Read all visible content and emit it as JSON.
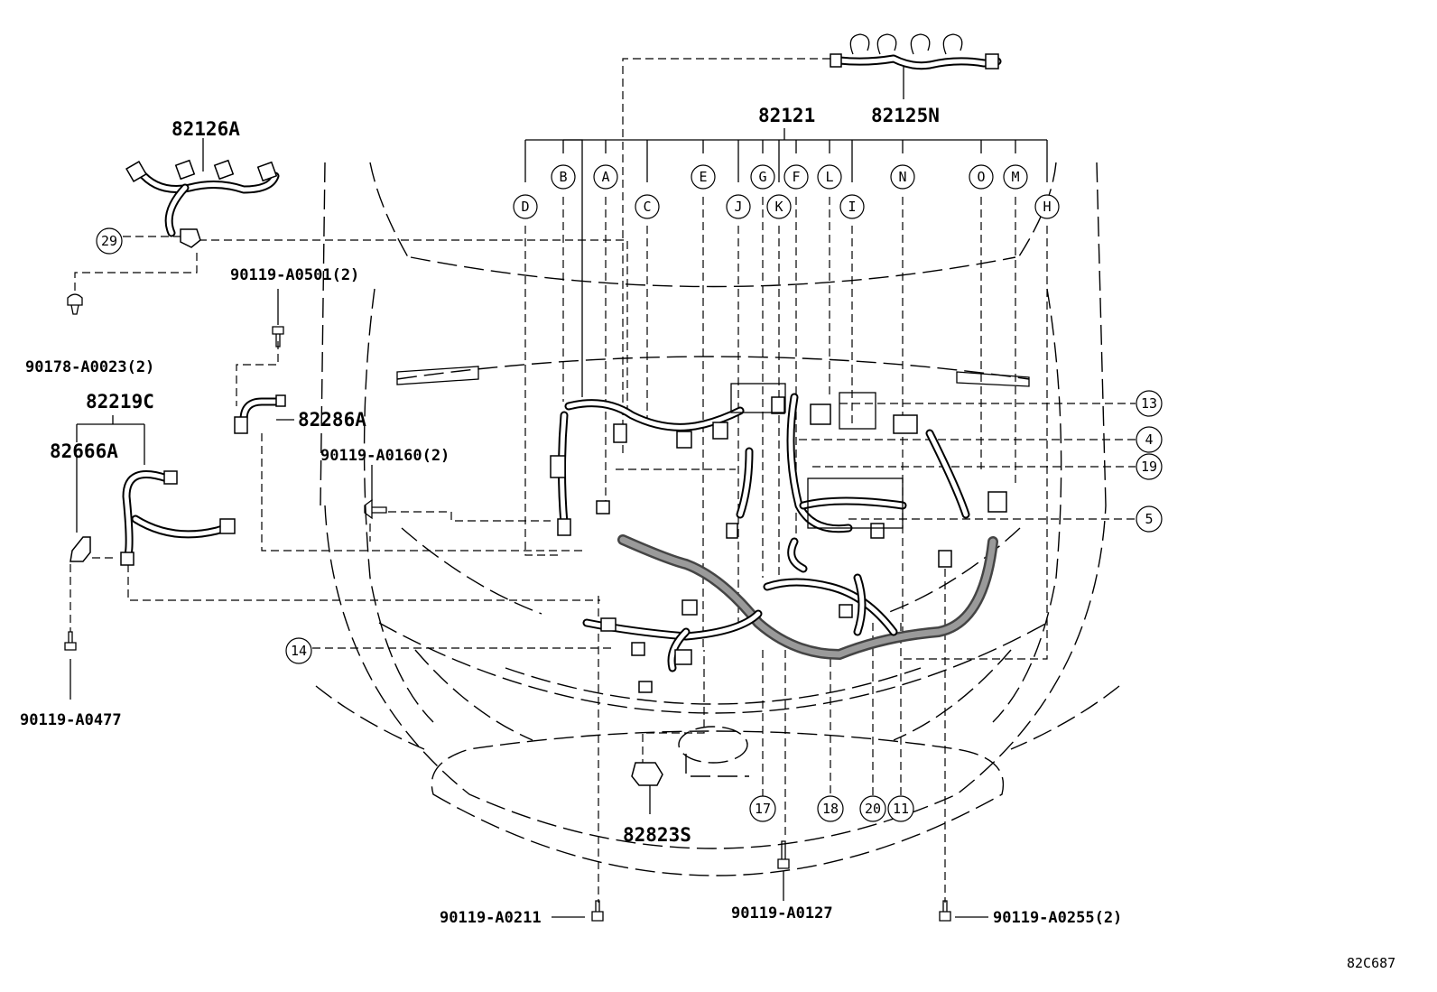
{
  "figure_code": "82C687",
  "part_numbers": {
    "p82126A": "82126A",
    "p82219C": "82219C",
    "p82666A": "82666A",
    "p82286A": "82286A",
    "p82121": "82121",
    "p82125N": "82125N",
    "p82823S": "82823S"
  },
  "fasteners": {
    "f90119_A0501": "90119-A0501(2)",
    "f90178_A0023": "90178-A0023(2)",
    "f90119_A0160": "90119-A0160(2)",
    "f90119_A0477": "90119-A0477",
    "f90119_A0211": "90119-A0211",
    "f90119_A0127": "90119-A0127",
    "f90119_A0255": "90119-A0255(2)"
  },
  "connector_letters": [
    "D",
    "B",
    "A",
    "C",
    "E",
    "J",
    "G",
    "K",
    "F",
    "L",
    "I",
    "N",
    "O",
    "M",
    "H"
  ],
  "callout_numbers": {
    "n29": "29",
    "n13": "13",
    "n4": "4",
    "n19": "19",
    "n5": "5",
    "n14": "14",
    "n17": "17",
    "n18": "18",
    "n20": "20",
    "n11": "11"
  }
}
